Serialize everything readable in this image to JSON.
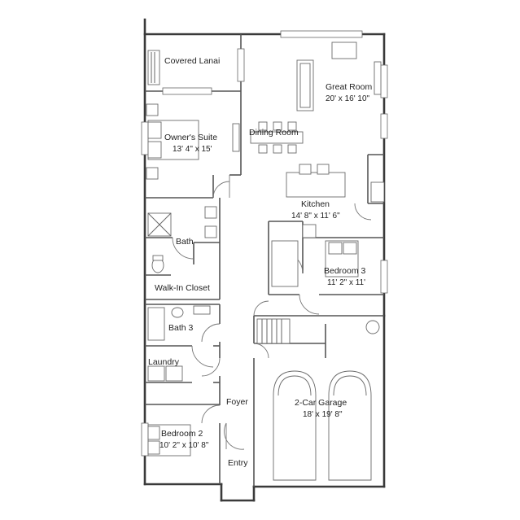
{
  "floor_plan": {
    "rooms": [
      {
        "id": "covered-lanai",
        "name": "Covered Lanai",
        "dims": ""
      },
      {
        "id": "great-room",
        "name": "Great Room",
        "dims": "20' x 16' 10\""
      },
      {
        "id": "owners-suite",
        "name": "Owner's Suite",
        "dims": "13' 4\" x 15'"
      },
      {
        "id": "dining-room",
        "name": "Dining Room",
        "dims": ""
      },
      {
        "id": "kitchen",
        "name": "Kitchen",
        "dims": "14' 8\" x 11' 6\""
      },
      {
        "id": "bath",
        "name": "Bath",
        "dims": ""
      },
      {
        "id": "bedroom-3",
        "name": "Bedroom 3",
        "dims": "11' 2\" x 11'"
      },
      {
        "id": "walk-in-closet",
        "name": "Walk-In Closet",
        "dims": ""
      },
      {
        "id": "bath-3",
        "name": "Bath 3",
        "dims": ""
      },
      {
        "id": "laundry",
        "name": "Laundry",
        "dims": ""
      },
      {
        "id": "foyer",
        "name": "Foyer",
        "dims": ""
      },
      {
        "id": "garage",
        "name": "2-Car Garage",
        "dims": "18' x 19' 8\""
      },
      {
        "id": "bedroom-2",
        "name": "Bedroom 2",
        "dims": "10' 2\" x 10' 8\""
      },
      {
        "id": "entry",
        "name": "Entry",
        "dims": ""
      }
    ]
  }
}
